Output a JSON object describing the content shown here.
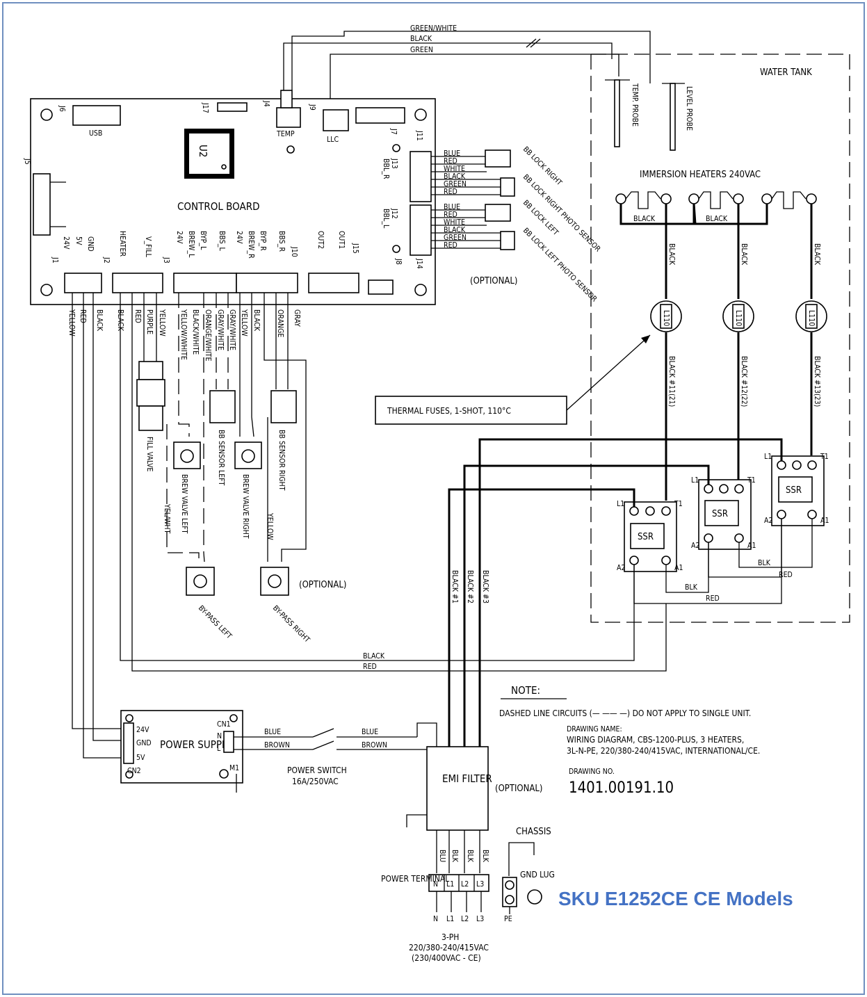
{
  "board": {
    "title": "CONTROL BOARD",
    "chip": "U2",
    "usb": "USB",
    "temp": "TEMP",
    "llc": "LLC",
    "connectors": {
      "j1": "J1",
      "j2": "J2",
      "j3": "J3",
      "j4": "J4",
      "j5": "J5",
      "j6": "J6",
      "j7": "J7",
      "j8": "J8",
      "j9": "J9",
      "j10": "J10",
      "j11": "J11",
      "j12": "J12",
      "j13": "J13",
      "j14": "J14",
      "j15": "J15",
      "j17": "J17"
    },
    "pins_j1": [
      "24V",
      "5V",
      "GND"
    ],
    "pins_j2": [
      "HEATER",
      "V_FILL"
    ],
    "pins_j3": [
      "24V",
      "BREW_L",
      "BYP_L",
      "BBS_L",
      "24V",
      "BREW_R",
      "BYP_R",
      "BBS_R"
    ],
    "pins_j15": [
      "OUT2",
      "OUT1"
    ],
    "bbl_r": "BBL_R",
    "bbl_l": "BBL_L"
  },
  "top_wires": [
    "GREEN/WHITE",
    "BLACK",
    "GREEN"
  ],
  "tank": {
    "label": "WATER TANK",
    "temp_probe": "TEMP. PROBE",
    "level_probe": "LEVEL PROBE",
    "heaters": "IMMERSION HEATERS 240VAC",
    "black": "BLACK"
  },
  "lock_right": {
    "wires": [
      "BLUE",
      "RED",
      "WHITE",
      "BLACK",
      "GREEN",
      "RED"
    ],
    "lock": "BB LOCK RIGHT",
    "sensor": "BB LOCK RIGHT PHOTO SENSOR"
  },
  "lock_left": {
    "wires": [
      "BLUE",
      "RED",
      "WHITE",
      "BLACK",
      "GREEN",
      "RED"
    ],
    "lock": "BB LOCK LEFT",
    "sensor": "BB LOCK LEFT PHOTO SENSOR"
  },
  "optional": "(OPTIONAL)",
  "wires_j1": [
    "YELLOW",
    "RED",
    "BLACK"
  ],
  "wires_j2": [
    "BLACK",
    "RED",
    "PURPLE",
    "YELLOW"
  ],
  "wires_j3": [
    "YELLOW/WHITE",
    "BLACK/WHITE",
    "ORANGE/WHITE",
    "GRAY/WHITE",
    "GRAY/WHITE",
    "YELLOW",
    "BLACK",
    "ORANGE",
    "GRAY"
  ],
  "components": {
    "fill_valve": "FILL VALVE",
    "brew_left": "BREW VALVE LEFT",
    "brew_right": "BREW VALVE RIGHT",
    "sensor_left": "BB SENSOR LEFT",
    "sensor_right": "BB SENSOR RIGHT",
    "bypass_left": "BY-PASS LEFT",
    "bypass_right": "BY-PASS RIGHT",
    "yel_wht": "YEL/WHT",
    "yellow": "YELLOW"
  },
  "fuse_note": "THERMAL FUSES, 1-SHOT, 110°C",
  "fuse_rating": "L110",
  "heater_wires": [
    "BLACK #11(21)",
    "BLACK #12(22)",
    "BLACK #13(23)"
  ],
  "ssr": {
    "label": "SSR",
    "l1": "L1",
    "t1": "T1",
    "a1": "A1",
    "a2": "A2",
    "blk": "BLK",
    "red": "RED"
  },
  "mains_wires": [
    "BLACK #1",
    "BLACK #2",
    "BLACK #3"
  ],
  "bottom_wires": [
    "BLACK",
    "RED"
  ],
  "power_supply": {
    "title": "POWER SUPPLY",
    "cn1": "CN1",
    "cn2": "CN2",
    "m1": "M1",
    "n": "N",
    "l": "L",
    "pins": [
      "24V",
      "GND",
      "5V"
    ]
  },
  "switch_wires": [
    "BLUE",
    "BROWN"
  ],
  "power_switch": "POWER SWITCH",
  "switch_rating": "16A/250VAC",
  "emi": {
    "title": "EMI FILTER",
    "wires": [
      "BLU",
      "BLK",
      "BLK",
      "BLK"
    ]
  },
  "terminal": {
    "label": "POWER TERMINAL",
    "pins": [
      "N",
      "L1",
      "L2",
      "L3"
    ],
    "pe": "PE"
  },
  "chassis": "CHASSIS",
  "gnd_lug": "GND LUG",
  "supply": {
    "phase": "3-PH",
    "voltage": "220/380-240/415VAC",
    "ce": "(230/400VAC - CE)"
  },
  "note": {
    "heading": "NOTE:",
    "text": "DASHED LINE CIRCUITS (— —— —) DO NOT APPLY TO SINGLE UNIT.",
    "drawing_name_label": "DRAWING NAME:",
    "drawing_name_1": "WIRING DIAGRAM, CBS-1200-PLUS, 3 HEATERS,",
    "drawing_name_2": "3L-N-PE, 220/380-240/415VAC, INTERNATIONAL/CE.",
    "drawing_no_label": "DRAWING NO.",
    "drawing_no": "1401.00191.10"
  },
  "sku": "SKU  E1252CE  CE Models",
  "colors": {
    "frame": "#6f8fbf",
    "sku": "#4472c4"
  }
}
